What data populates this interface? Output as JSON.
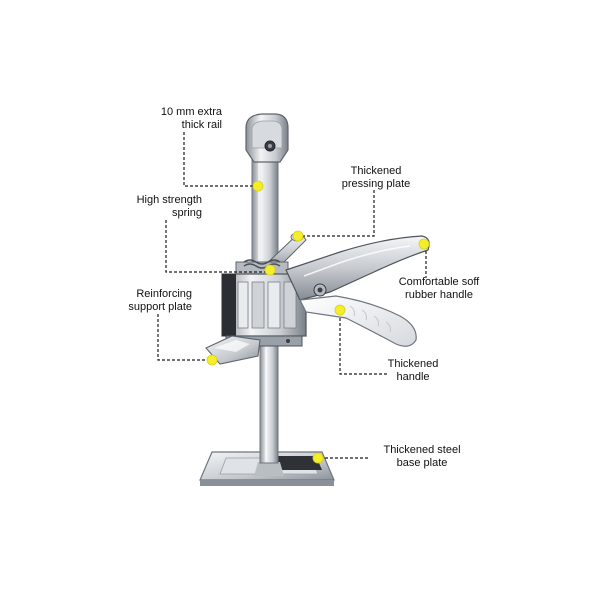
{
  "colors": {
    "leader": "#1a1a1a",
    "dot": "#f4ee2a",
    "metal_light": "#eef0f2",
    "metal_mid": "#c3c7cc",
    "metal_dark": "#6f757c",
    "metal_shadow": "#2b2e33"
  },
  "callouts": [
    {
      "id": "rail",
      "text": "10 mm extra\nthick rail"
    },
    {
      "id": "pressing-plate",
      "text": "Thickened\npressing plate"
    },
    {
      "id": "spring",
      "text": "High strength\nspring"
    },
    {
      "id": "rubber-handle",
      "text": "Comfortable soff\nrubber handle"
    },
    {
      "id": "support-plate",
      "text": "Reinforcing\nsupport plate"
    },
    {
      "id": "handle",
      "text": "Thickened\nhandle"
    },
    {
      "id": "base-plate",
      "text": "Thickened steel\nbase plate"
    }
  ]
}
